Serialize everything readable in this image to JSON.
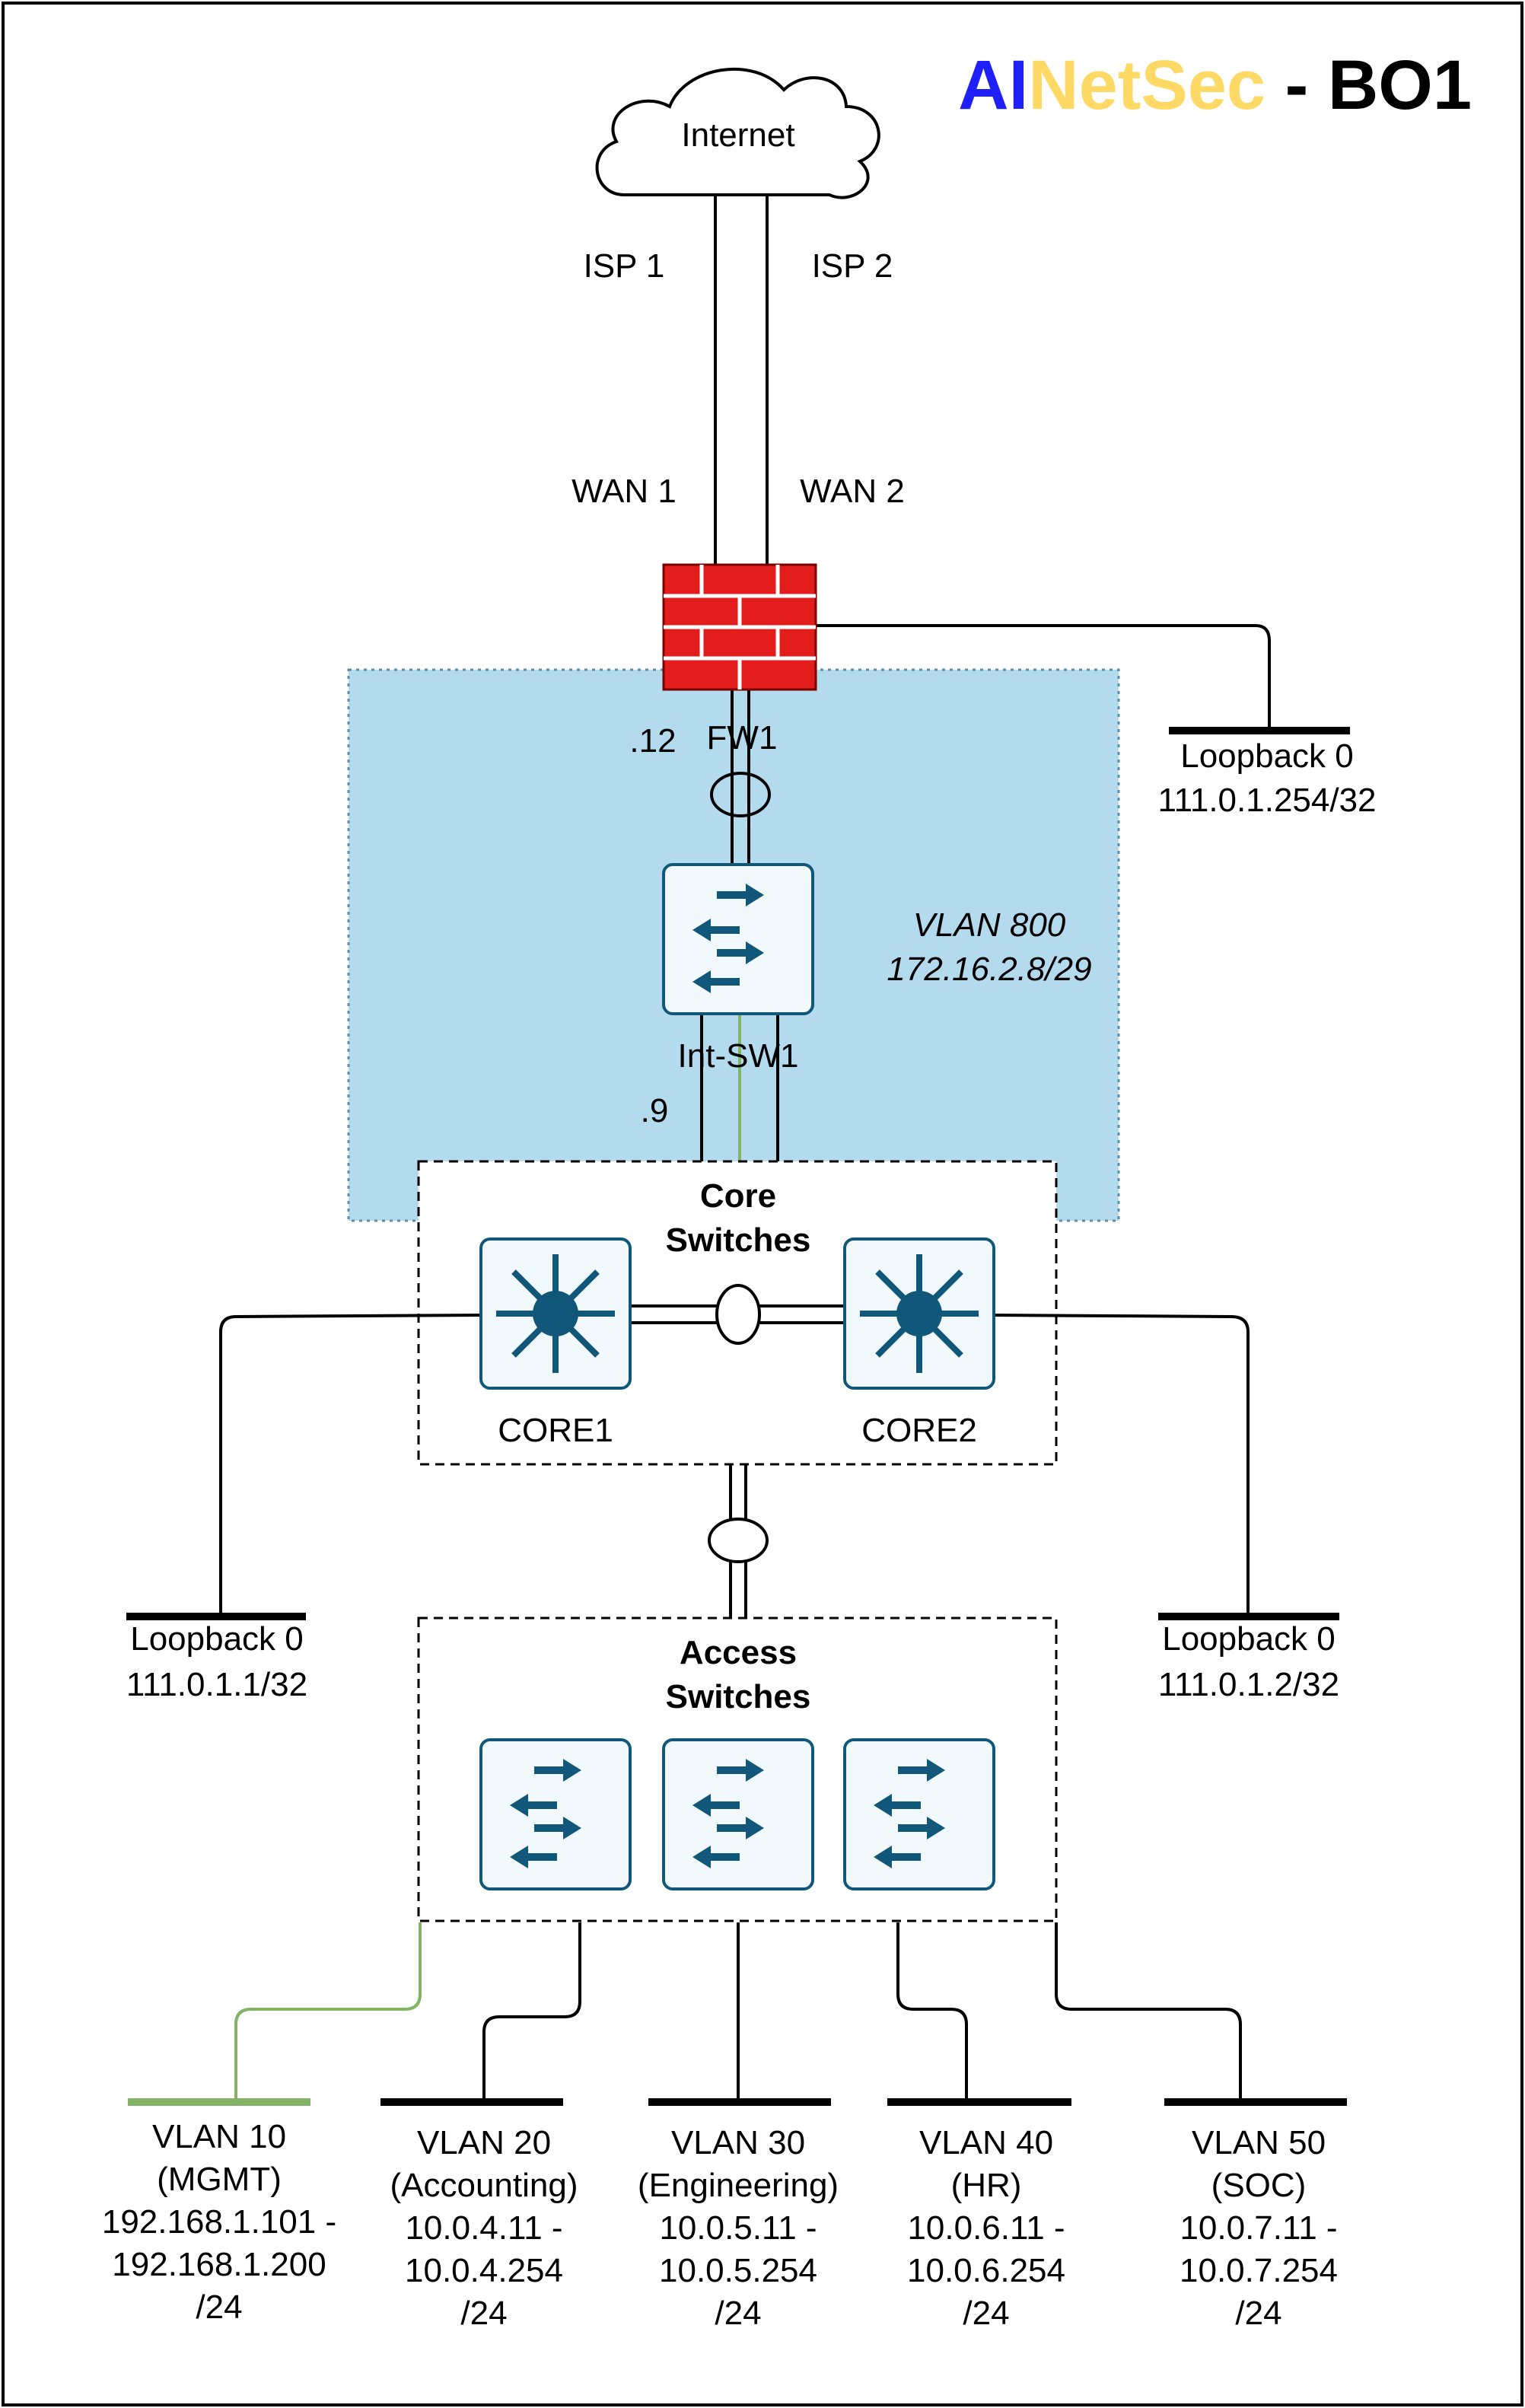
{
  "title": {
    "part1": "AI",
    "part2": "NetSec",
    "part3": " - BO1",
    "color1": "#1f1ffa",
    "color2": "#ffd966",
    "color3": "#000000"
  },
  "cloud_label": "Internet",
  "isp1_label": "ISP 1",
  "isp2_label": "ISP 2",
  "wan1_label": "WAN 1",
  "wan2_label": "WAN 2",
  "firewall": {
    "label": "FW1",
    "ip_suffix": ".12",
    "icon": "firewall-icon",
    "color": "#e31c1c"
  },
  "fw_loopback": {
    "name": "Loopback 0",
    "ip": "111.0.1.254/32"
  },
  "vlan800": {
    "name": "VLAN 800",
    "subnet": "172.16.2.8/29",
    "color": "#b3dbed"
  },
  "int_switch": {
    "label": "Int-SW1",
    "ip_suffix": ".9",
    "icon": "switch-icon"
  },
  "core_group": {
    "title_line1": "Core",
    "title_line2": "Switches"
  },
  "core1": {
    "label": "CORE1",
    "icon": "multilayer-switch-icon"
  },
  "core2": {
    "label": "CORE2",
    "icon": "multilayer-switch-icon"
  },
  "core1_loopback": {
    "name": "Loopback 0",
    "ip": "111.0.1.1/32"
  },
  "core2_loopback": {
    "name": "Loopback 0",
    "ip": "111.0.1.2/32"
  },
  "access_group": {
    "title_line1": "Access",
    "title_line2": "Switches"
  },
  "vlans": [
    {
      "line1": "VLAN 10",
      "line2": "(MGMT)",
      "line3": "192.168.1.101 -",
      "line4": "192.168.1.200",
      "line5": "/24",
      "color": "#82b366"
    },
    {
      "line1": "VLAN 20",
      "line2": "(Accounting)",
      "line3": "10.0.4.11 -",
      "line4": "10.0.4.254",
      "line5": "/24",
      "color": "#000000"
    },
    {
      "line1": "VLAN 30",
      "line2": "(Engineering)",
      "line3": "10.0.5.11 -",
      "line4": "10.0.5.254",
      "line5": "/24",
      "color": "#000000"
    },
    {
      "line1": "VLAN 40",
      "line2": "(HR)",
      "line3": "10.0.6.11 -",
      "line4": "10.0.6.254",
      "line5": "/24",
      "color": "#000000"
    },
    {
      "line1": "VLAN 50",
      "line2": "(SOC)",
      "line3": "10.0.7.11 -",
      "line4": "10.0.7.254",
      "line5": "/24",
      "color": "#000000"
    }
  ],
  "device_color": "#10577a",
  "device_bg": "#f2f9fc"
}
